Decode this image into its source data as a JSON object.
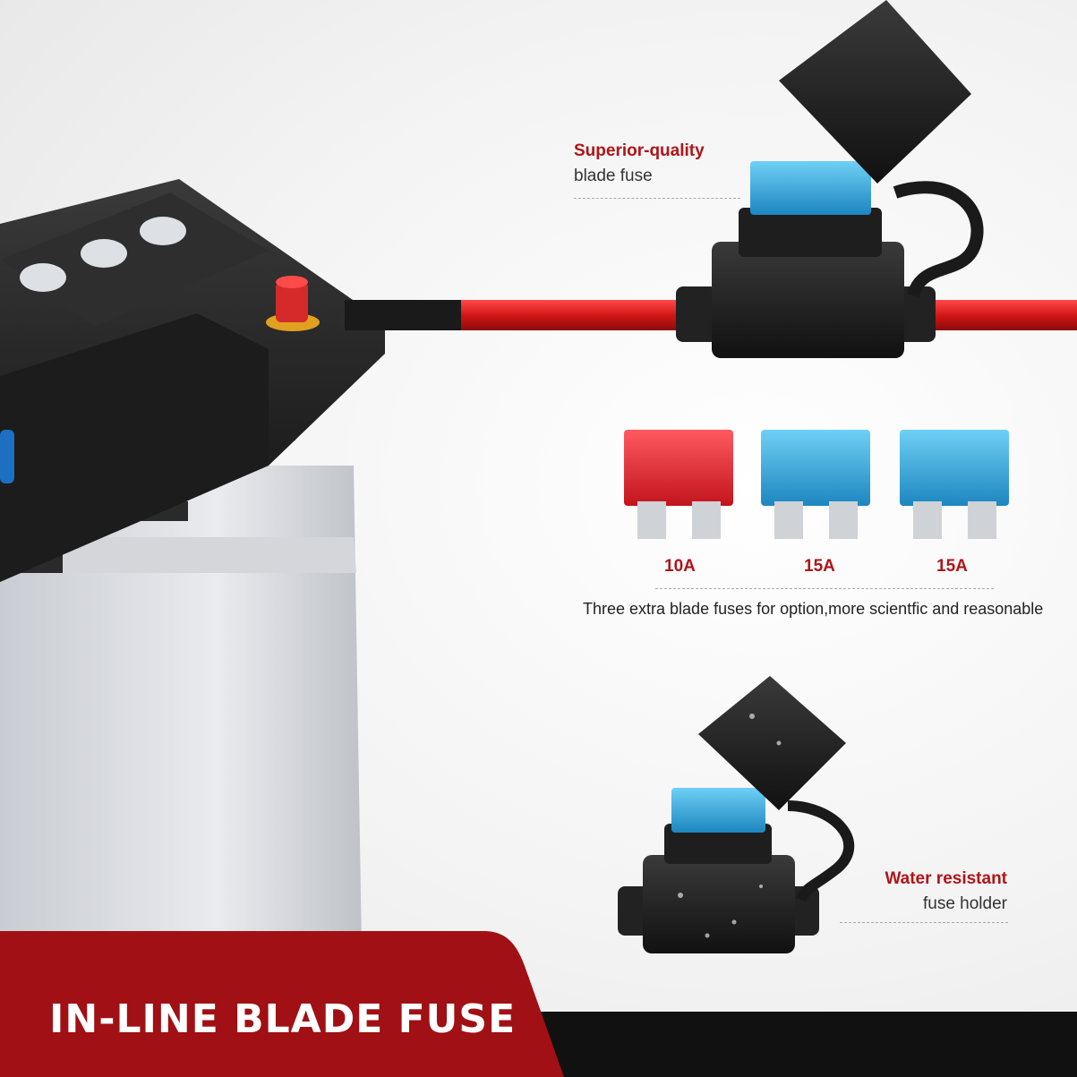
{
  "callouts": {
    "top": {
      "highlight": "Superior-quality",
      "subtitle": "blade fuse"
    },
    "bottom": {
      "highlight": "Water resistant",
      "subtitle": "fuse holder"
    }
  },
  "fuses": [
    {
      "rating": "10A",
      "color": "#d8202a"
    },
    {
      "rating": "15A",
      "color": "#2a9fd8"
    },
    {
      "rating": "15A",
      "color": "#2a9fd8"
    }
  ],
  "fuses_caption": "Three extra blade fuses for option,more scientfic and reasonable",
  "banner": {
    "title": "IN-LINE BLADE FUSE",
    "accent_color": "#a01014",
    "dark_color": "#111111"
  },
  "illustrations": {
    "battery": "car-battery",
    "holder": "inline-fuse-holder",
    "holder_wet": "water-resistant-fuse-holder"
  }
}
